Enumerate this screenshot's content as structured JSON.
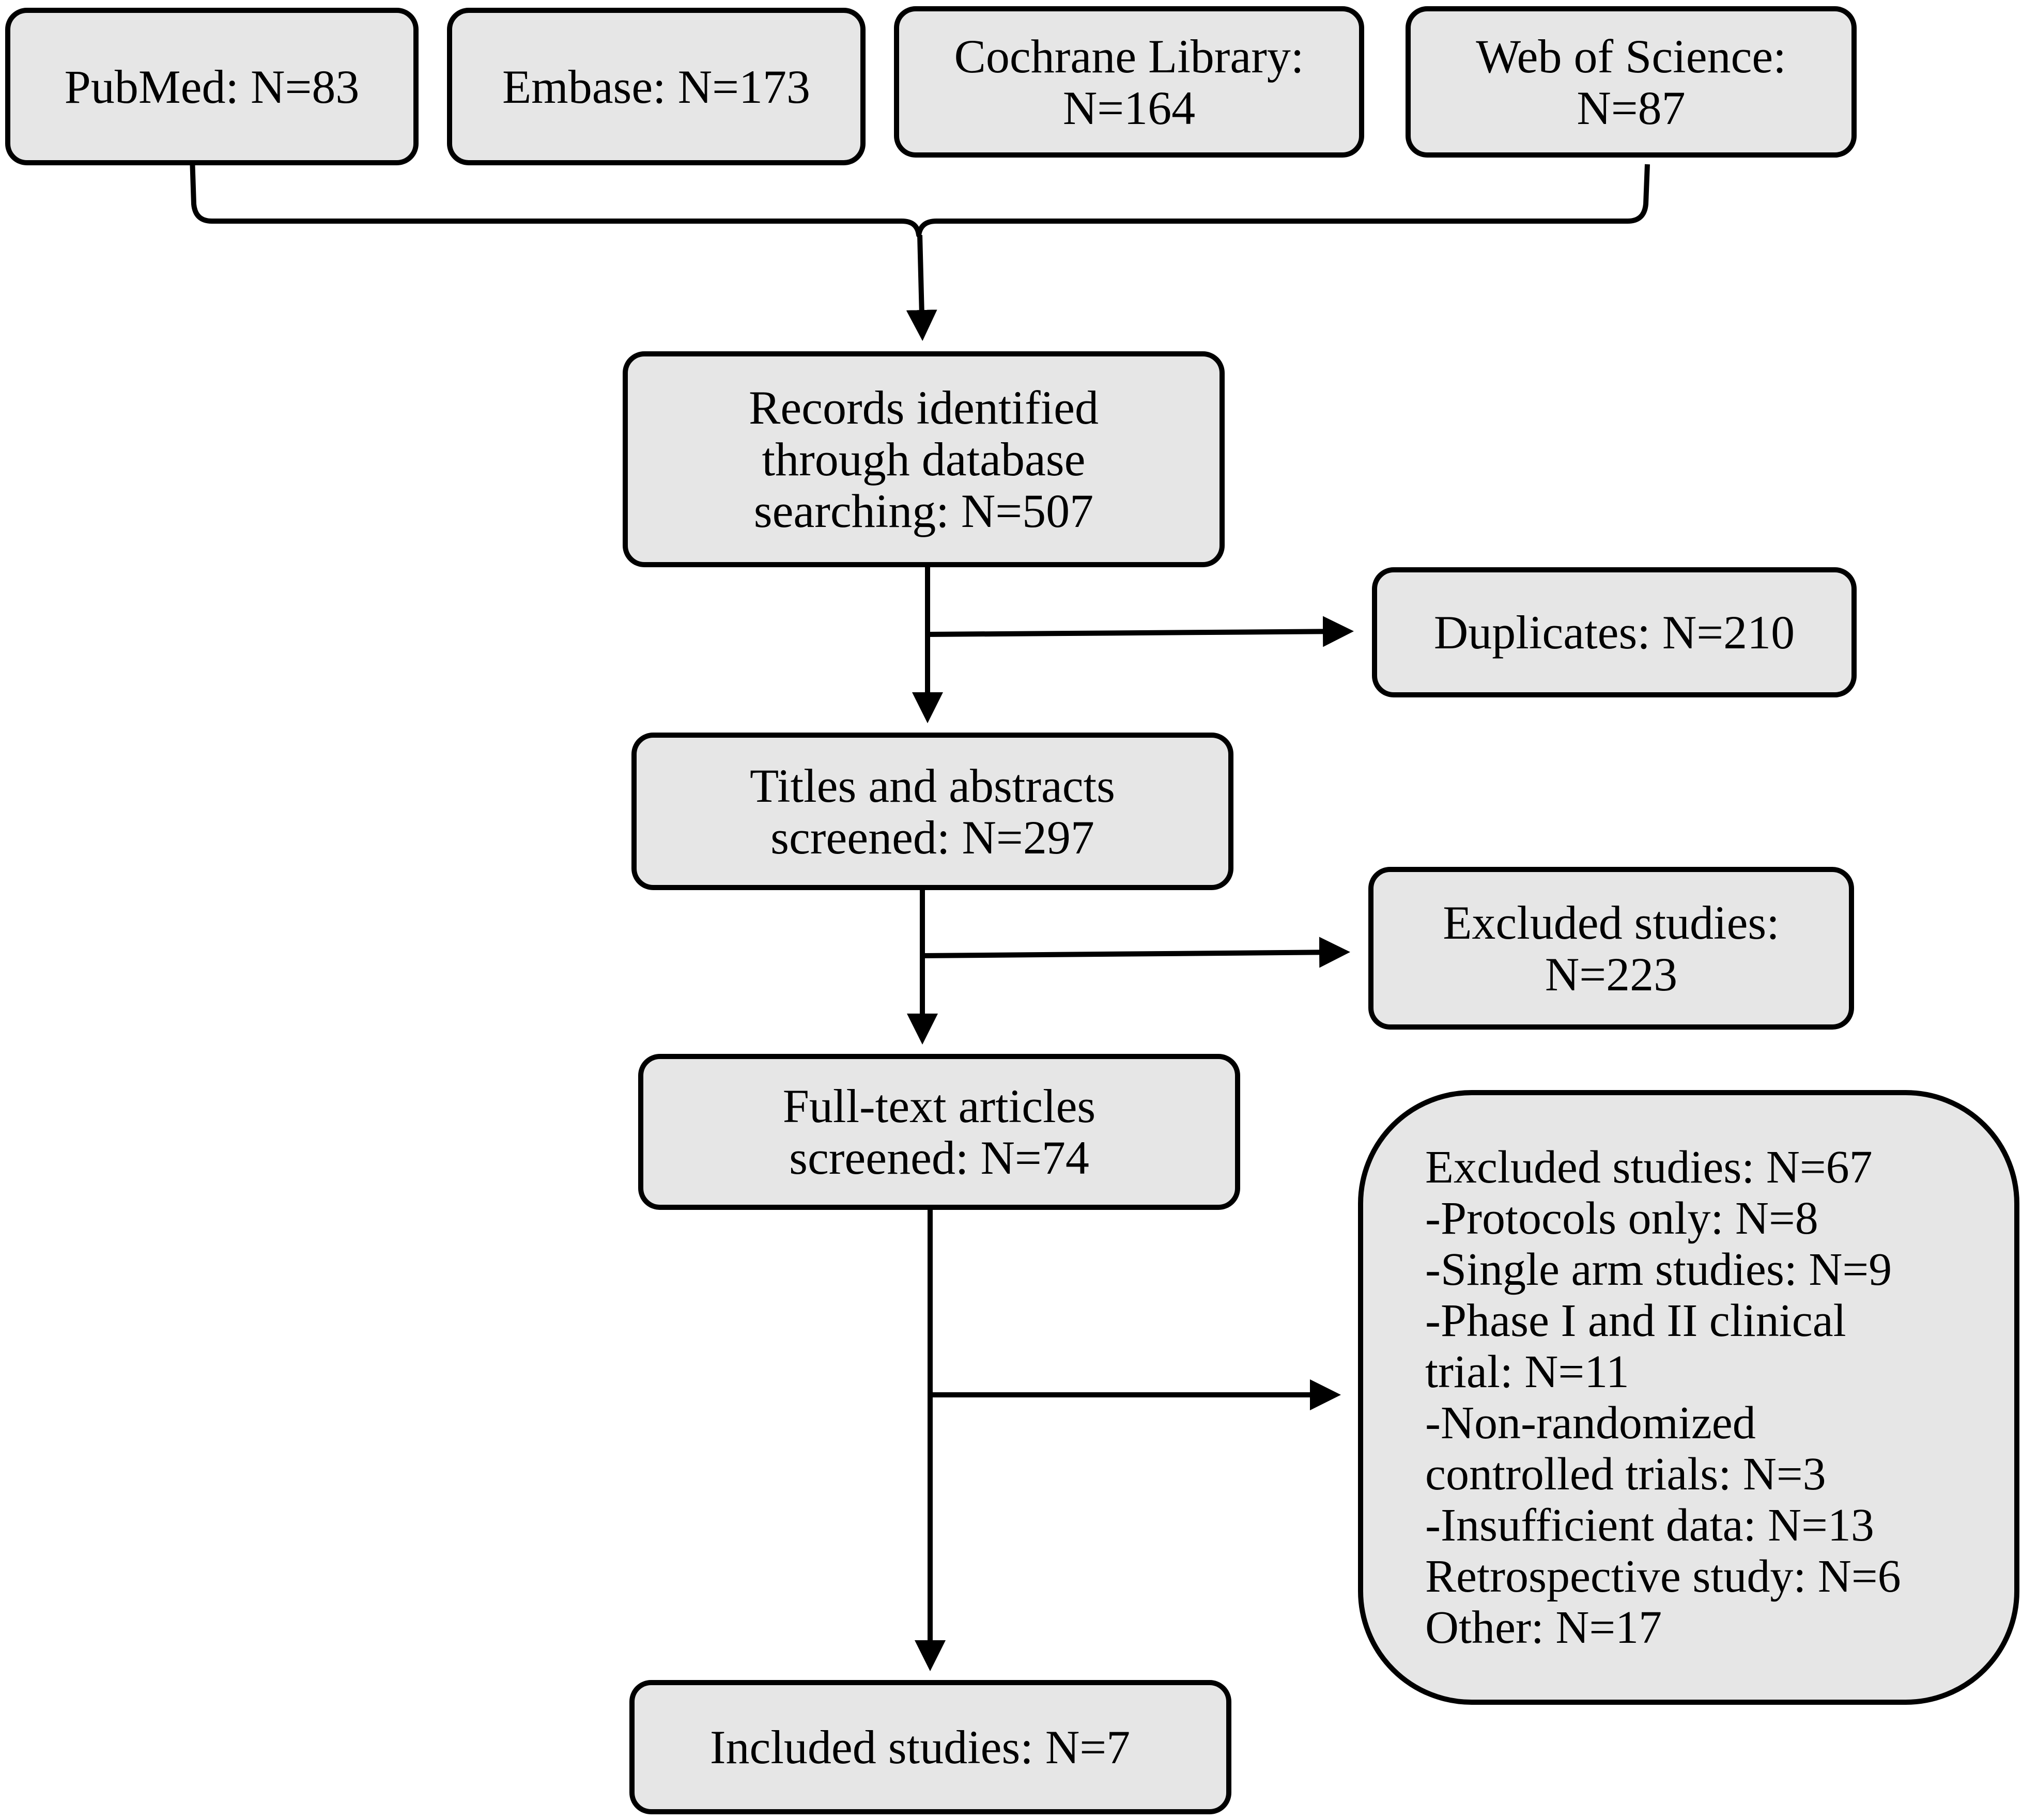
{
  "boxes": {
    "pubmed": {
      "lines": [
        "PubMed: N=83"
      ]
    },
    "embase": {
      "lines": [
        "Embase: N=173"
      ]
    },
    "cochrane": {
      "lines": [
        "Cochrane Library:",
        "N=164"
      ]
    },
    "web_of_science": {
      "lines": [
        "Web of Science:",
        "N=87"
      ]
    },
    "records_identified": {
      "lines": [
        "Records identified",
        "through database",
        "searching: N=507"
      ]
    },
    "duplicates": {
      "lines": [
        "Duplicates: N=210"
      ]
    },
    "titles_screened": {
      "lines": [
        "Titles and abstracts",
        "screened: N=297"
      ]
    },
    "excluded_titles": {
      "lines": [
        "Excluded studies:",
        "N=223"
      ]
    },
    "fulltext_screened": {
      "lines": [
        "Full-text articles",
        "screened: N=74"
      ]
    },
    "excluded_fulltext": {
      "lines": [
        "Excluded studies: N=67",
        "-Protocols only: N=8",
        "-Single arm studies: N=9",
        "-Phase I and II clinical",
        "trial: N=11",
        "-Non-randomized",
        "controlled trials: N=3",
        "-Insufficient data: N=13",
        "Retrospective study: N=6",
        "Other: N=17"
      ]
    },
    "included": {
      "lines": [
        "Included studies: N=7"
      ]
    }
  },
  "colors": {
    "box_fill": "#e6e6e6",
    "stroke": "#000000",
    "background": "#ffffff"
  }
}
